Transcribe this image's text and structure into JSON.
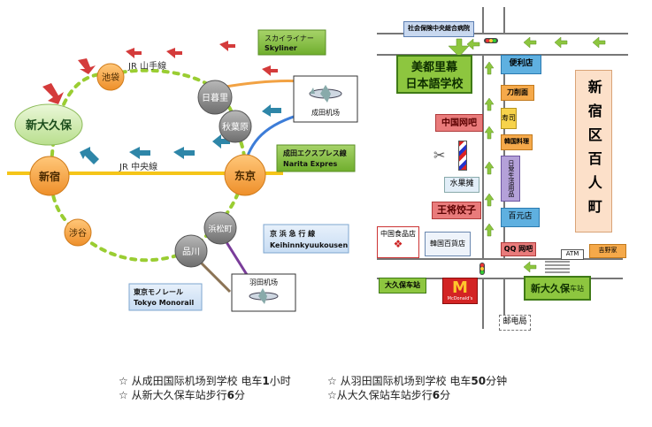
{
  "railway": {
    "shinokubo": "新大久保",
    "shinjuku": "新宿",
    "ikebukuro": "池袋",
    "shibuya": "涉谷",
    "nippori": "日暮里",
    "akihabara": "秋葉原",
    "tokyo": "东京",
    "hamamatsucho": "浜松町",
    "shinagawa": "品川",
    "yamanote": "JR 山手線",
    "chuo": "JR 中央線",
    "narita_airport": "成田机场",
    "haneda_airport": "羽田机场",
    "skyliner_jp": "スカイライナー",
    "skyliner_en": "Skyliner",
    "nex_jp": "成田エクスプレス線",
    "nex_en": "Narita Expres",
    "keihin_jp": "京 浜 急 行 線",
    "keihin_en": "Keihinnkyuukousen",
    "monorail_jp": "東京モノレール",
    "monorail_en": "Tokyo Monorail"
  },
  "streetmap": {
    "hospital": "社会保険中央総合病院",
    "school_line1": "美都里幕",
    "school_line2": "日本語学校",
    "china_internet": "中国网吧",
    "fruit_stand": "水果摊",
    "gyoza": "王将饺子",
    "china_food": "中国食品店",
    "korea_dept": "韓国百貨店",
    "convenience": "便利店",
    "knife_shop": "刀削面",
    "sushi": "寿司",
    "korean_food": "韓国料理",
    "daily_goods": "日常生活用品",
    "hundred_yen": "百元店",
    "qq_internet": "QQ 网吧",
    "atm": "ATM",
    "yoshinoya": "吉野家",
    "district": "新宿区百人町",
    "okubo_station": "大久保车站",
    "shinokubo_station_main": "新大久保",
    "shinokubo_station_suffix": "车站",
    "mcdonalds": "McDonald's",
    "post_office": "邮电局"
  },
  "captions": [
    {
      "prefix": "☆ 从成田国际机场到学校 电车",
      "num": "1",
      "suffix": "小时"
    },
    {
      "prefix": "☆ 从羽田国际机场到学校 电车",
      "num": "50",
      "suffix": "分钟"
    },
    {
      "prefix": "☆ 从新大久保车站步行",
      "num": "6",
      "suffix": "分"
    },
    {
      "prefix": "☆从大久保站车站步行",
      "num": "6",
      "suffix": "分"
    }
  ],
  "colors": {
    "yamanote_green": "#9acd32",
    "chuo_yellow": "#f5c518",
    "station_orange": "#f5a94a",
    "station_gray": "#8c8c8c",
    "station_green": "#d6efb9",
    "green_box": "#8dc63f",
    "red_arrow": "#d43b3b",
    "teal_arrow": "#2e86a8"
  }
}
